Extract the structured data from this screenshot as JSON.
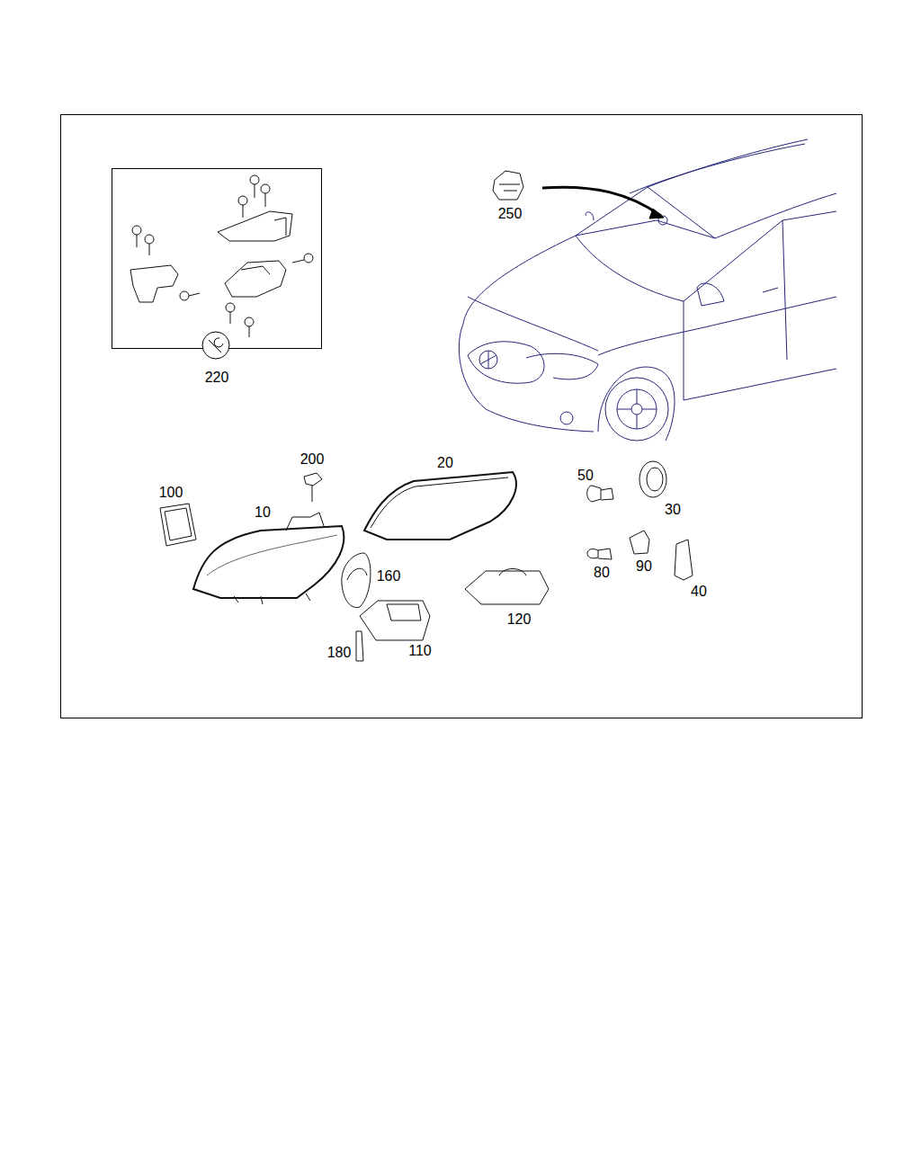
{
  "diagram": {
    "labels": [
      "250",
      "220",
      "200",
      "20",
      "100",
      "10",
      "160",
      "50",
      "30",
      "80",
      "90",
      "40",
      "120",
      "180",
      "110"
    ]
  }
}
